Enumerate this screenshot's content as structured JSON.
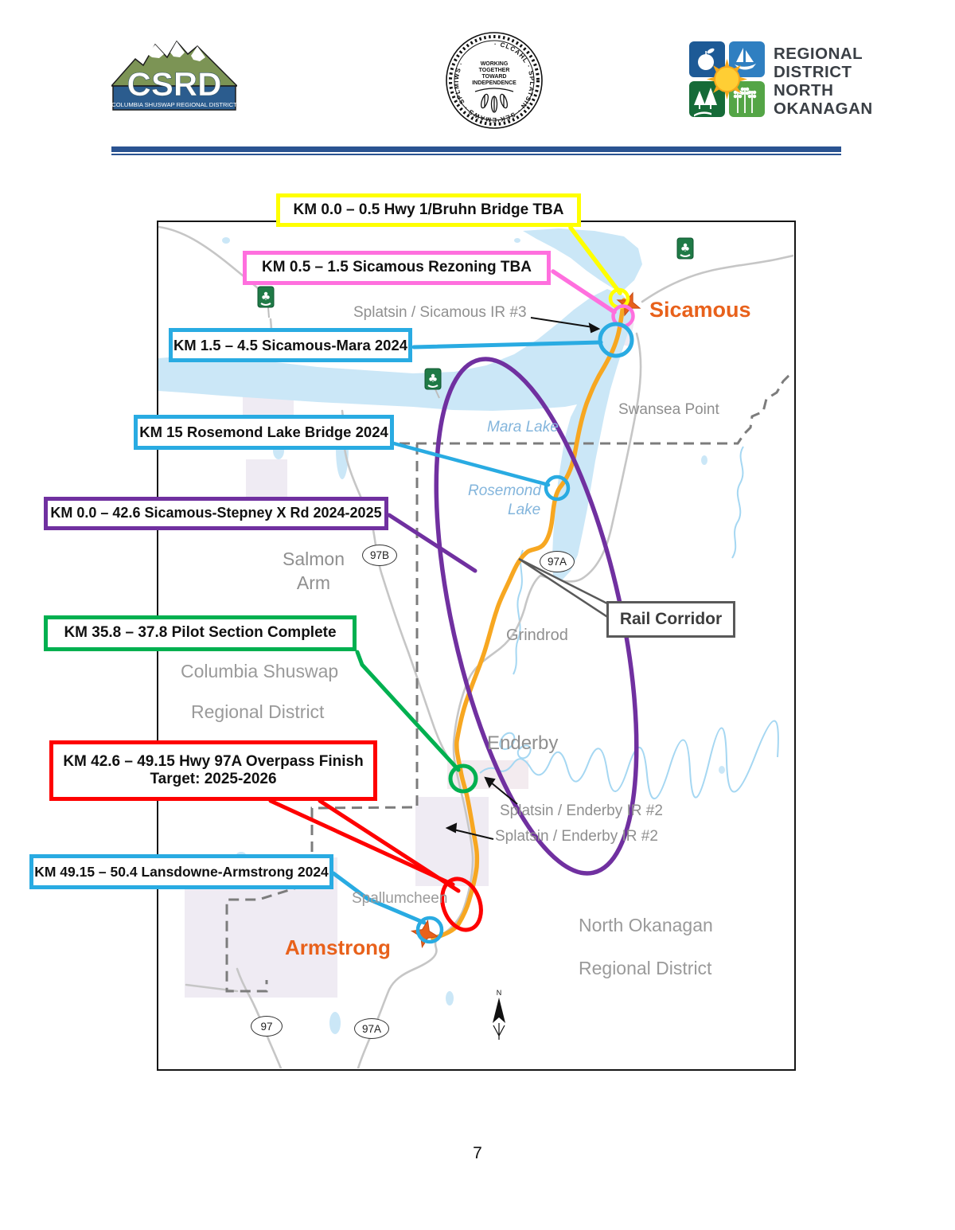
{
  "header": {
    "csrd_logo": {
      "acronym": "CSRD",
      "caption": "COLUMBIA SHUSWAP REGIONAL DISTRICT"
    },
    "splatsin_seal": {
      "ring_text": "· CLCAHL · SPLATSIN · SEK'EMAWS · SPLMIWS ·",
      "motto": [
        "WORKING",
        "TOGETHER",
        "TOWARD",
        "INDEPENDENCE"
      ]
    },
    "rdno_logo": {
      "lines": [
        "REGIONAL",
        "DISTRICT",
        "NORTH",
        "OKANAGAN"
      ]
    }
  },
  "map": {
    "callouts": [
      {
        "lines": [
          "KM 0.0 – 0.5 Hwy 1/Bruhn Bridge TBA"
        ],
        "color": "#ffff00"
      },
      {
        "lines": [
          "KM 0.5 – 1.5 Sicamous Rezoning TBA"
        ],
        "color": "#ff6fde"
      },
      {
        "lines": [
          "KM 1.5 – 4.5 Sicamous-Mara 2024"
        ],
        "color": "#29abe2"
      },
      {
        "lines": [
          "KM 15 Rosemond Lake Bridge 2024"
        ],
        "color": "#29abe2"
      },
      {
        "lines": [
          "KM 0.0 – 42.6 Sicamous-Stepney X Rd 2024-2025"
        ],
        "color": "#7030a0"
      },
      {
        "lines": [
          "KM 35.8 – 37.8 Pilot Section Complete"
        ],
        "color": "#00b050"
      },
      {
        "lines": [
          "KM 42.6 – 49.15 Hwy 97A Overpass Finish",
          "Target: 2025-2026"
        ],
        "color": "#fe0000"
      },
      {
        "lines": [
          "KM 49.15 – 50.4 Lansdowne-Armstrong 2024"
        ],
        "color": "#29abe2"
      }
    ],
    "rail_corridor_box": "Rail Corridor",
    "cities": {
      "sicamous": "Sicamous",
      "armstrong": "Armstrong"
    },
    "labels": {
      "splatsin_sicamous_ir3": "Splatsin / Sicamous IR #3",
      "swansea_point": "Swansea Point",
      "mara_lake": "Mara Lake",
      "rosemond_line1": "Rosemond",
      "rosemond_line2": "Lake",
      "salmon_arm_line1": "Salmon",
      "salmon_arm_line2": "Arm",
      "grindrod": "Grindrod",
      "csrd_line1": "Columbia Shuswap",
      "csrd_line2": "Regional District",
      "enderby": "Enderby",
      "splatsin_enderby_ir2_a": "Splatsin / Enderby IR #2",
      "splatsin_enderby_ir2_b": "Splatsin / Enderby IR #2",
      "spallumcheen": "Spallumcheen",
      "nord_line1": "North Okanagan",
      "nord_line2": "Regional District",
      "compass_n": "N"
    },
    "highway_shields": {
      "h97b": "97B",
      "h97a_mid": "97A",
      "h97": "97",
      "h97a_bottom": "97A"
    }
  },
  "icons": {
    "park_glyph": "♣"
  },
  "colors": {
    "callout_yellow": "#ffff00",
    "callout_pink": "#ff6fde",
    "callout_blue": "#29abe2",
    "callout_purple": "#7030a0",
    "callout_green": "#00b050",
    "callout_red": "#fe0000",
    "rail_orange": "#f7a721",
    "city_orange": "#e8611b",
    "water_blue": "#cbe7f7",
    "divider_blue": "#2a5391"
  },
  "page_number": "7"
}
